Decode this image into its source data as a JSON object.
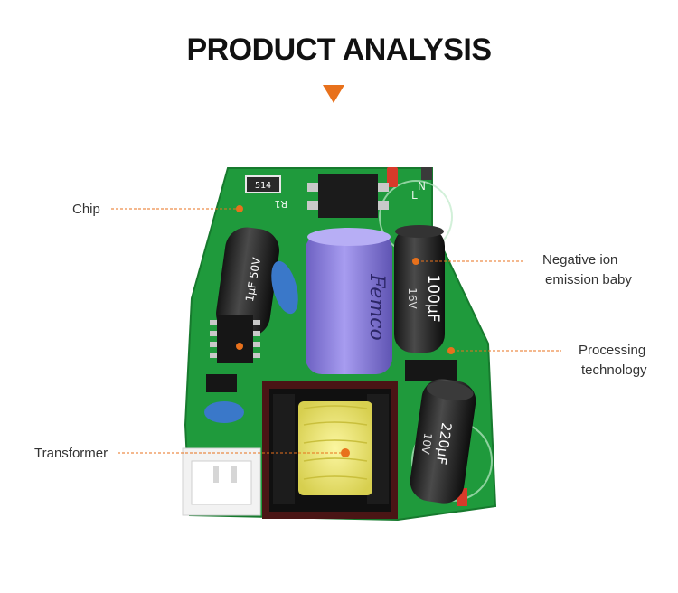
{
  "title": "PRODUCT ANALYSIS",
  "colors": {
    "accent": "#e8711c",
    "pcb": "#1f9a3c",
    "capacitor_purple": "#8b7fd6",
    "transformer_coil": "#e9e36a"
  },
  "callouts": {
    "chip": {
      "label": "Chip"
    },
    "negative_ion": {
      "line1": "Negative ion",
      "line2": "emission baby"
    },
    "processing": {
      "line1": "Processing",
      "line2": "technology"
    },
    "transformer": {
      "label": "Transformer"
    }
  },
  "board_text": {
    "resistor": "514",
    "resistor_ref": "R1",
    "cap_big_brand": "Femco",
    "cap_100": "100µF",
    "cap_100_v": "16V",
    "cap_220": "220µF",
    "cap_220_v": "10V",
    "cap_small": "1µF 50V"
  }
}
